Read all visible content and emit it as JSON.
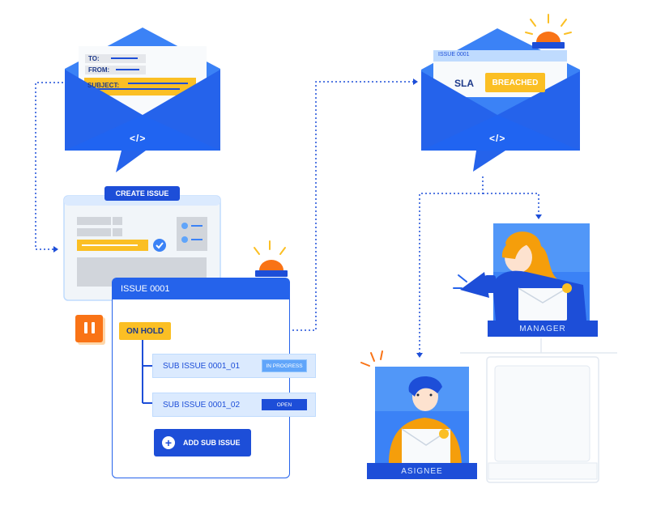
{
  "envelope_left": {
    "to_label": "TO:",
    "from_label": "FROM:",
    "subject_label": "SUBJECT:",
    "code_symbol": "</>"
  },
  "envelope_right": {
    "issue_id": "ISSUE 0001",
    "sla_label": "SLA",
    "sla_status": "BREACHED",
    "code_symbol": "</>"
  },
  "create_issue": {
    "title": "CREATE ISSUE"
  },
  "issue_card": {
    "title": "ISSUE 0001",
    "status": "ON HOLD",
    "sub_issues": [
      {
        "label": "SUB ISSUE 0001_01",
        "status": "IN PROGRESS"
      },
      {
        "label": "SUB ISSUE 0001_02",
        "status": "OPEN"
      }
    ],
    "add_button_label": "ADD SUB ISSUE",
    "add_button_icon": "plus-circle-icon"
  },
  "manager": {
    "label": "MANAGER"
  },
  "assignee": {
    "label": "ASIGNEE"
  },
  "colors": {
    "primary_blue": "#2563eb",
    "dark_blue": "#1d4ed8",
    "light_blue": "#dbeafe",
    "accent_yellow": "#fbbf24",
    "alert_orange": "#f97316"
  }
}
